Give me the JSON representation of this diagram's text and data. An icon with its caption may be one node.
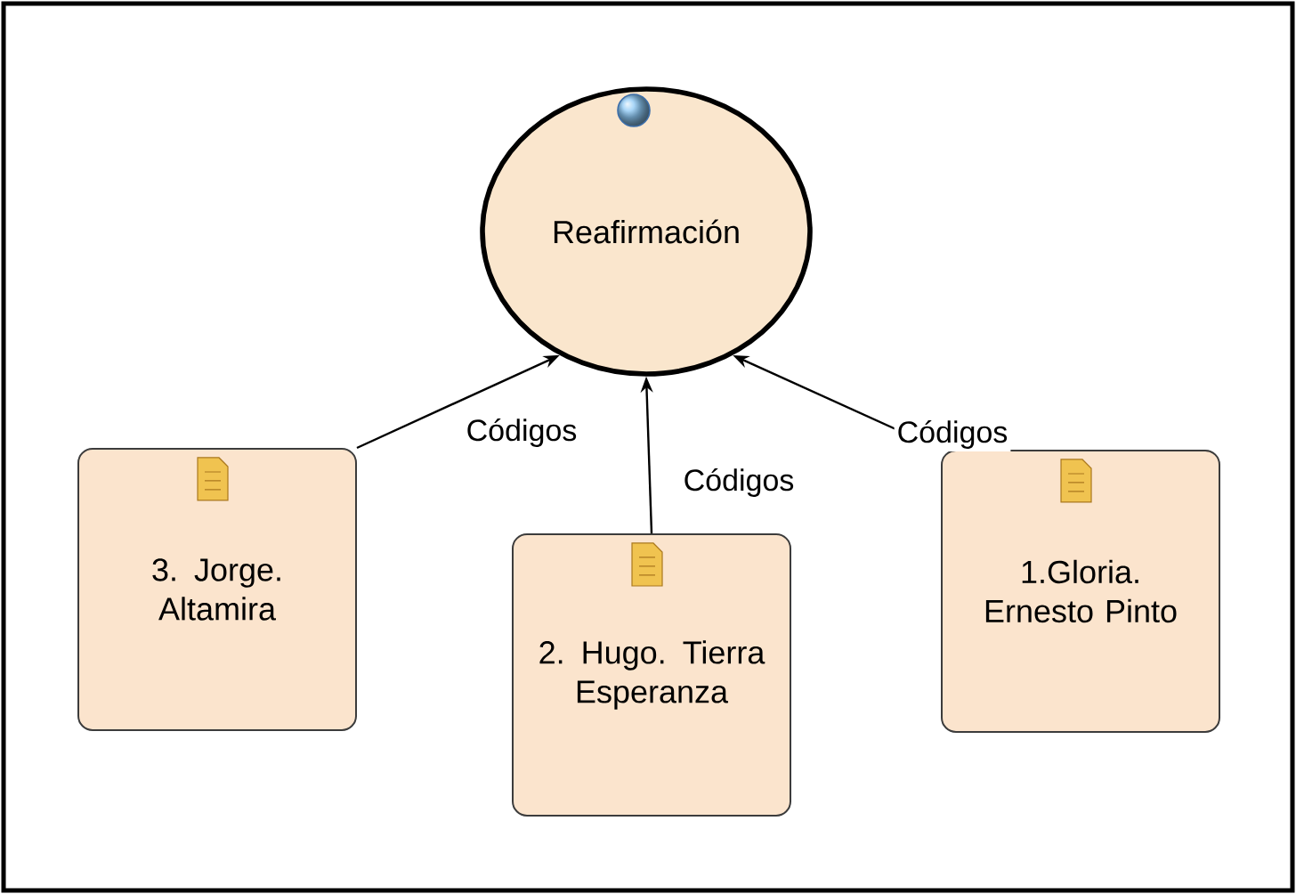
{
  "diagram": {
    "nodes": [
      {
        "text": [
          "Reafirmación"
        ]
      },
      {
        "text": [
          "3. Jorge. Altamira"
        ]
      },
      {
        "text": [
          "2. Hugo. Tierra Esperanza"
        ]
      },
      {
        "text": [
          "1.Gloria. Ernesto Pinto"
        ]
      }
    ],
    "edges": [
      {
        "from": 1,
        "to": 0,
        "arrow": "to",
        "label": "Códigos"
      },
      {
        "from": 2,
        "to": 0,
        "arrow": "to",
        "label": "Códigos"
      },
      {
        "from": 3,
        "to": 0,
        "arrow": "to",
        "label": "Códigos"
      }
    ]
  }
}
